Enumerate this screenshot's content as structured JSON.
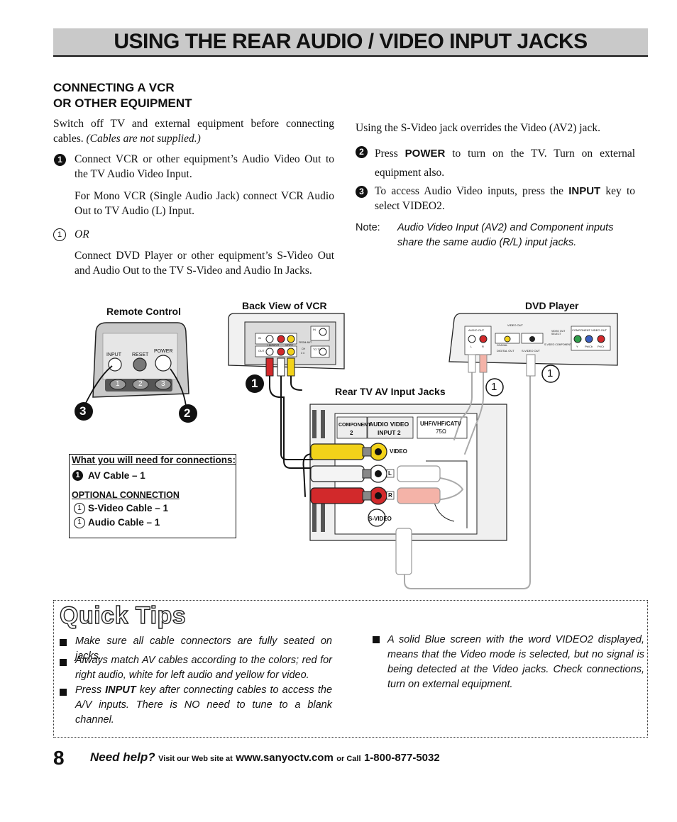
{
  "header": {
    "title": "USING THE REAR AUDIO / VIDEO INPUT JACKS"
  },
  "section": {
    "heading_line1": "CONNECTING A VCR",
    "heading_line2": "OR OTHER EQUIPMENT"
  },
  "left_col": {
    "intro": "Switch off TV and external equipment before connecting cables.",
    "intro_italic": "(Cables are not supplied.)",
    "step1_num": "1",
    "step1_text": "Connect VCR or other equipment’s Audio Video Out to the TV Audio Video Input.",
    "step1_mono": "For Mono VCR (Single Audio Jack) connect VCR Audio Out to TV Audio (L) Input.",
    "or_num": "1",
    "or_text": "OR",
    "svideo_text": "Connect DVD Player or other equipment’s S-Video Out and Audio Out to the TV S-Video and Audio In Jacks."
  },
  "right_col": {
    "override": "Using the S-Video jack overrides the Video (AV2) jack.",
    "step2_num": "2",
    "step2_pre": "Press",
    "step2_key": "POWER",
    "step2_post": "to turn on the TV. Turn on external equipment also.",
    "step3_num": "3",
    "step3_pre": "To access Audio Video inputs, press the",
    "step3_key": "INPUT",
    "step3_post": "key to select VIDEO2.",
    "note_label": "Note:",
    "note_text": "Audio Video Input (AV2) and Component inputs share the same audio (R/L) input jacks."
  },
  "diagram": {
    "remote_title": "Remote Control",
    "remote_btn_input": "INPUT",
    "remote_btn_reset": "RESET",
    "remote_btn_power": "POWER",
    "remote_num1": "1",
    "remote_num2": "2",
    "remote_num3": "3",
    "vcr_title": "Back View of VCR",
    "dvd_title": "DVD Player",
    "rear_title": "Rear TV AV Input Jacks",
    "badge3": "3",
    "badge2": "2",
    "badge1": "1",
    "badge_opt": "1",
    "tv_component": "COMPONENT",
    "tv_component_num": "2",
    "tv_av": "AUDIO VIDEO",
    "tv_av_input": "INPUT 2",
    "tv_uhf": "UHF/VHF/CATV",
    "tv_ohm": "75Ω",
    "tv_video": "VIDEO",
    "tv_l": "L",
    "tv_r": "R",
    "tv_svideo": "S-VIDEO",
    "dvd_audio_out": "AUDIO OUT",
    "dvd_video_out": "VIDEO OUT",
    "dvd_component_out": "COMPONENT VIDEO OUT",
    "dvd_coaxial": "COAXIAL",
    "dvd_digital_out": "DIGITAL OUT",
    "dvd_svideo_out": "S-VIDEO OUT",
    "dvd_video_select": "VIDEO OUT SELECT",
    "dvd_svideo_comp": "S-VIDEO COMPONENT",
    "dvd_l": "L",
    "dvd_r": "R",
    "dvd_y": "Y",
    "dvd_pb": "Pb/Cb",
    "dvd_pr": "Pr/Cr",
    "vcr_in": "IN",
    "vcr_out": "OUT",
    "vcr_audio": "L AUDIO R",
    "vcr_video": "VIDEO",
    "vcr_rf_in": "IN",
    "vcr_rf": "FROM ANT.",
    "vcr_tv": "TO TV",
    "vcr_ch": "CH",
    "vcr_ch34": "3  4"
  },
  "need_box": {
    "title": "What you will need for connections:",
    "item1_num": "1",
    "item1": "AV Cable – 1",
    "optional": "OPTIONAL CONNECTION",
    "opt1_num": "1",
    "opt1": "S-Video Cable – 1",
    "opt2_num": "1",
    "opt2": "Audio Cable – 1"
  },
  "tips": {
    "title": "Quick Tips",
    "tip1": "Make sure all cable connectors are fully seated on jacks.",
    "tip2": "Always match AV cables according to the colors; red for right audio, white for left audio and yellow for video.",
    "tip3_pre": "Press",
    "tip3_key": "INPUT",
    "tip3_post": "key after connecting cables to access the A/V inputs. There is NO need to tune to a blank channel.",
    "tip4": "A solid Blue screen with the word VIDEO2 displayed, means that the Video mode is selected, but no signal is being detected at the Video jacks. Check connections, turn on external equipment."
  },
  "footer": {
    "page_num": "8",
    "need_help": "Need help?",
    "visit": "Visit our Web site at",
    "url": "www.sanyoctv.com",
    "or_call": "or Call",
    "phone": "1-800-877-5032"
  },
  "colors": {
    "yellow": "#f2d21a",
    "red": "#d2292b",
    "white": "#f4f4f4",
    "title_bg": "#c9c9c9"
  }
}
